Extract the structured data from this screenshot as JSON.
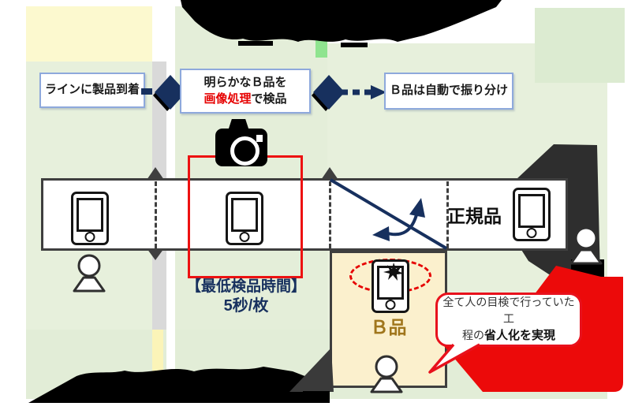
{
  "flow": {
    "step1": "ラインに製品到着",
    "step2_line1": "明らかなＢ品を",
    "step2_red": "画像処理",
    "step2_rest": "で検品",
    "step3": "Ｂ品は自動で振り分け"
  },
  "belt": {
    "ok_label": "正規品",
    "b_label": "Ｂ品"
  },
  "inspection": {
    "line1": "【最低検品時間】",
    "line2": "5秒/枚"
  },
  "bubble": {
    "line1": "全て人の目検で行っていた工",
    "line2_normal": "程の",
    "line2_bold": "省人化を実現"
  },
  "icons": {
    "camera-icon": "black DSLR camera above inspection zone",
    "phone-icon": "smartphone outline on conveyor",
    "cracked-phone-icon": "smartphone with crack star (defective)",
    "person-icon": "worker pictogram (head + body)",
    "diamond-arrow-icon": "navy 3D diamond flow connector",
    "diverter-arrow-icon": "navy diagonal gate with curved two-way arrow",
    "redaction-scribble": "blacked-out text area"
  },
  "colors": {
    "navy": "#17305e",
    "flow_border_blue": "#8ea9dc",
    "red": "#e60000",
    "burst_red": "#ec0a0a",
    "beige": "#fbf0cd",
    "b_label_brown": "#a0761c",
    "pale_green": "#e7f0dc",
    "pale_yellow": "#fcf9cf",
    "gray_strip": "#d9d9d9",
    "belt_border": "#3f3f3f"
  }
}
